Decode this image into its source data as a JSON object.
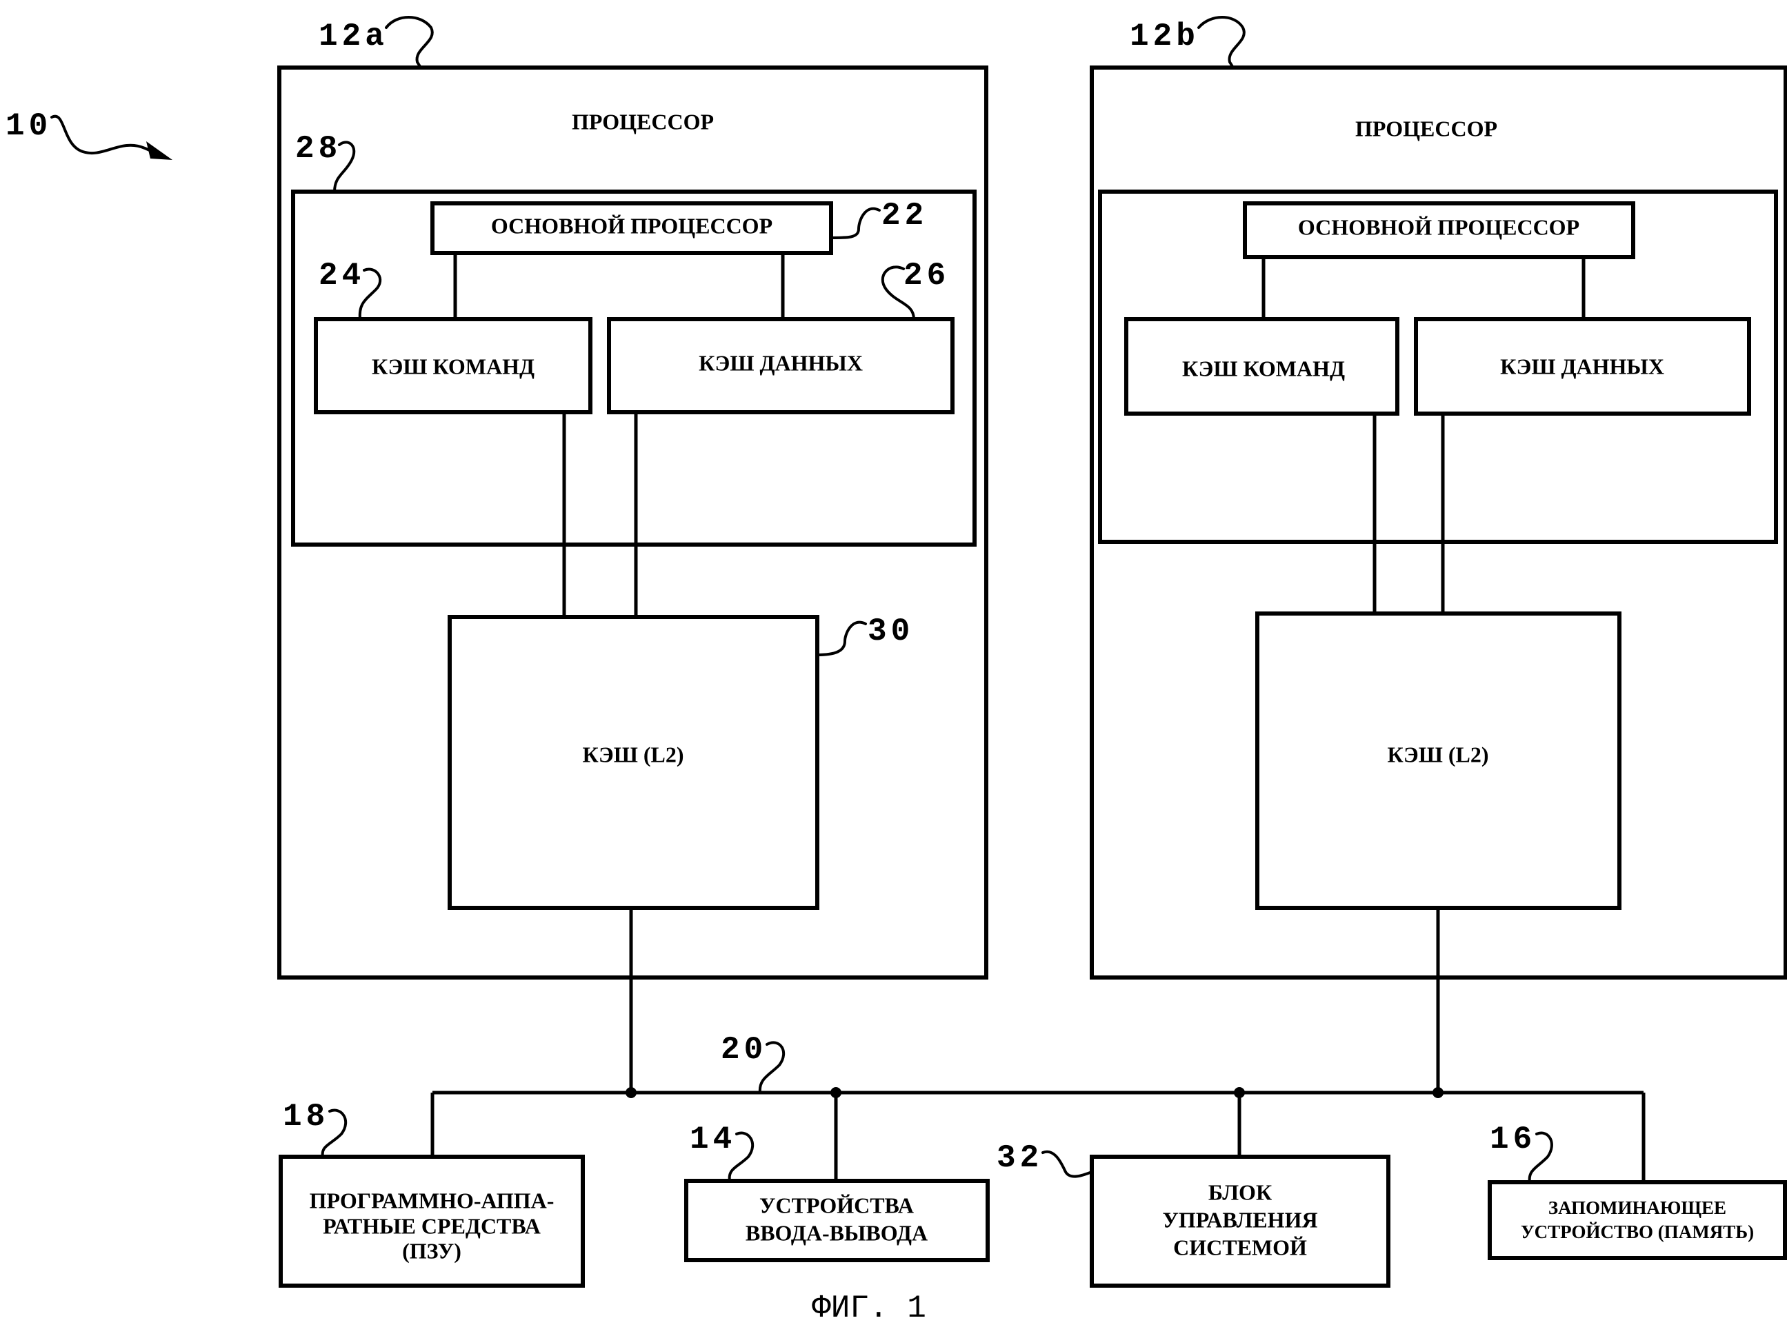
{
  "diagram": {
    "ref_system": "10",
    "processor_a": {
      "ref": "12a",
      "title": "ПРОЦЕССОР",
      "core_group_ref": "28",
      "core": {
        "label": "ОСНОВНОЙ ПРОЦЕССОР",
        "ref": "22"
      },
      "icache": {
        "label": "КЭШ КОМАНД",
        "ref": "24"
      },
      "dcache": {
        "label": "КЭШ ДАННЫХ",
        "ref": "26"
      },
      "l2": {
        "label": "КЭШ (L2)",
        "ref": "30"
      }
    },
    "processor_b": {
      "ref": "12b",
      "title": "ПРОЦЕССОР",
      "core": {
        "label": "ОСНОВНОЙ ПРОЦЕССОР"
      },
      "icache": {
        "label": "КЭШ КОМАНД"
      },
      "dcache": {
        "label": "КЭШ ДАННЫХ"
      },
      "l2": {
        "label": "КЭШ (L2)"
      }
    },
    "bus_ref": "20",
    "firmware": {
      "ref": "18",
      "lines": [
        "ПРОГРАММНО-АППА-",
        "РАТНЫЕ СРЕДСТВА",
        "(ПЗУ)"
      ]
    },
    "io": {
      "ref": "14",
      "lines": [
        "УСТРОЙСТВА",
        "ВВОДА-ВЫВОДА"
      ]
    },
    "sysctl": {
      "ref": "32",
      "lines": [
        "БЛОК",
        "УПРАВЛЕНИЯ",
        "СИСТЕМОЙ"
      ]
    },
    "memory": {
      "ref": "16",
      "lines": [
        "ЗАПОМИНАЮЩЕЕ",
        "УСТРОЙСТВО (ПАМЯТЬ)"
      ]
    },
    "figure_caption": "ФИГ. 1"
  }
}
